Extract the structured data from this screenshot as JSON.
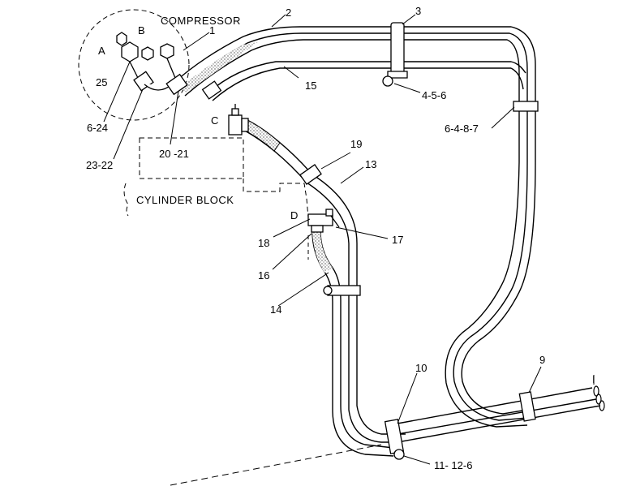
{
  "diagram": {
    "labels": {
      "compressor": "COMPRESSOR",
      "cylinder_block": "CYLINDER BLOCK",
      "port_a": "A",
      "port_b": "B",
      "port_c": "C",
      "port_d": "D",
      "n1": "1",
      "n2": "2",
      "n3": "3",
      "n4_5_6": "4-5-6",
      "n6_4_8_7": "6-4-8-7",
      "n6_24": "6-24",
      "n9": "9",
      "n10": "10",
      "n11_12_6": "11- 12-6",
      "n13": "13",
      "n14": "14",
      "n15": "15",
      "n16": "16",
      "n17": "17",
      "n18": "18",
      "n19": "19",
      "n20_21": "20 -21",
      "n23_22": "23-22",
      "n25": "25",
      "n_end": "I"
    }
  }
}
